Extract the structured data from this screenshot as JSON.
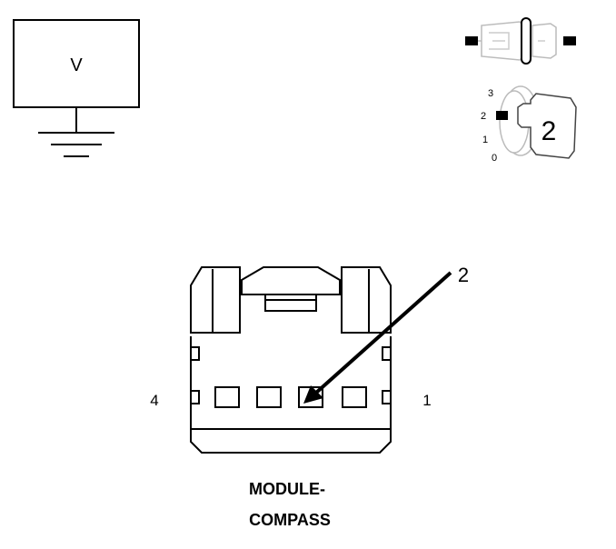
{
  "voltmeter": {
    "symbol": "V"
  },
  "ignition": {
    "positions": [
      "3",
      "2",
      "1",
      "0"
    ],
    "key_number": "2"
  },
  "connector": {
    "pin_left": "4",
    "pin_right": "1",
    "callout": "2",
    "name_line1": "MODULE-",
    "name_line2": "COMPASS"
  }
}
